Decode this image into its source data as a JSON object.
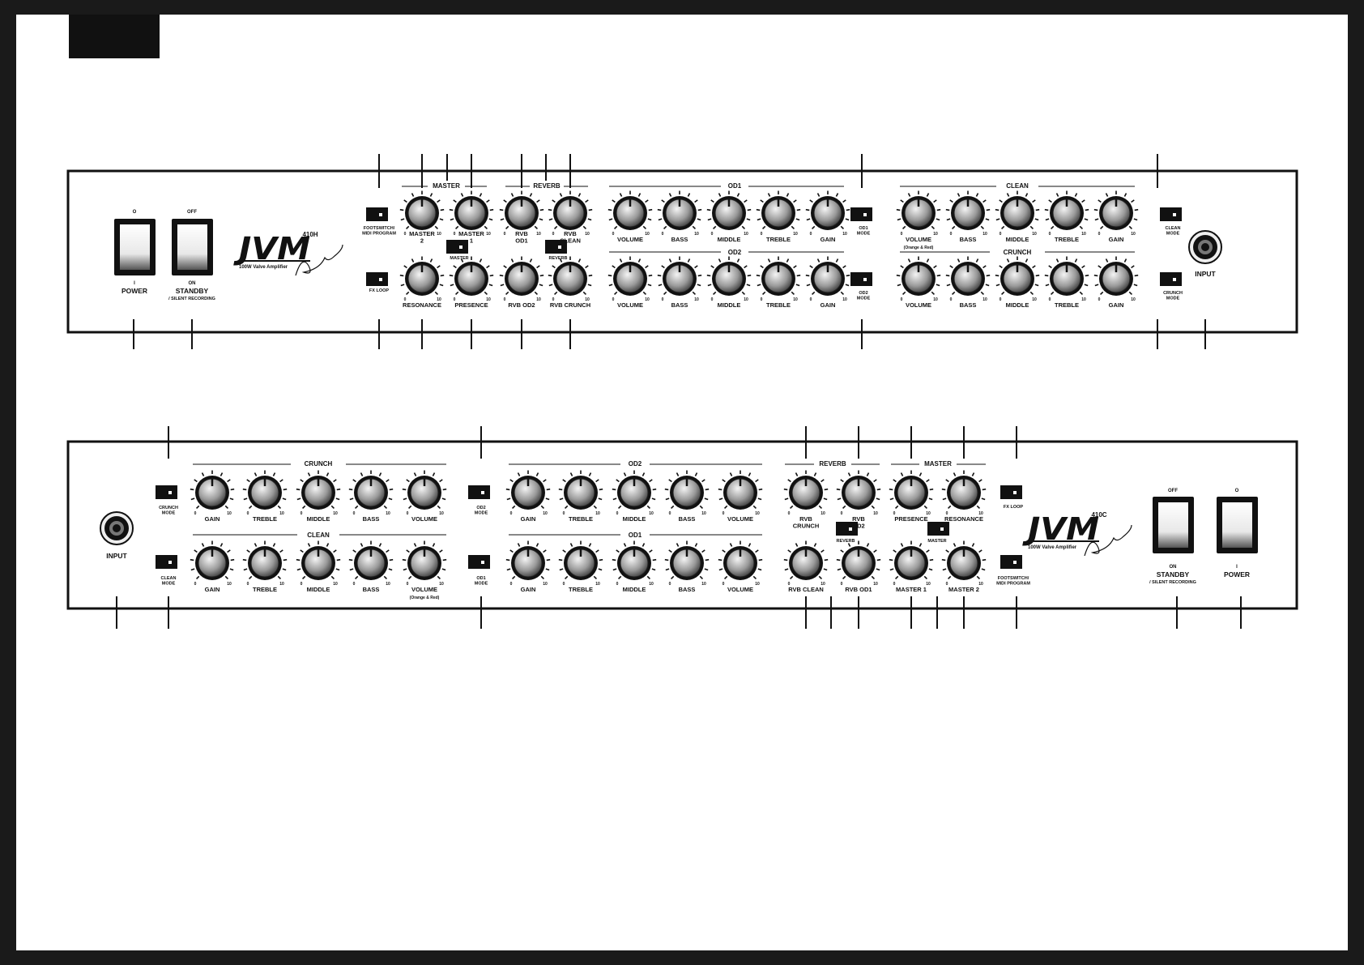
{
  "colors": {
    "ink": "#111111",
    "page": "#ffffff",
    "frame": "#1a1a1a"
  },
  "panel_410h": {
    "model": "410H",
    "brand": "JVM",
    "tagline": "100W Valve Amplifier",
    "power": {
      "label": "POWER",
      "off_mark": "O",
      "on_mark": "I"
    },
    "standby": {
      "label": "STANDBY",
      "sub": "/ SILENT RECORDING",
      "off_mark": "OFF",
      "on_mark": "ON"
    },
    "footswitch": "FOOTSWITCH/\nMIDI PROGRAM",
    "fx_loop": "FX LOOP",
    "section_master": "MASTER",
    "section_reverb": "REVERB",
    "section_od1": "OD1",
    "section_od2": "OD2",
    "section_clean": "CLEAN",
    "section_crunch": "CRUNCH",
    "master_switch": "MASTER",
    "reverb_switch": "REVERB",
    "master_knobs_top": [
      "MASTER\n2",
      "MASTER\n1"
    ],
    "reverb_knobs_top": [
      "RVB\nOD1",
      "RVB\nCLEAN"
    ],
    "master_knobs_bottom": [
      "RESONANCE",
      "PRESENCE"
    ],
    "reverb_knobs_bottom": [
      "RVB OD2",
      "RVB CRUNCH"
    ],
    "od1_knobs": [
      "VOLUME",
      "BASS",
      "MIDDLE",
      "TREBLE",
      "GAIN"
    ],
    "od2_knobs": [
      "VOLUME",
      "BASS",
      "MIDDLE",
      "TREBLE",
      "GAIN"
    ],
    "clean_knobs": [
      "VOLUME",
      "BASS",
      "MIDDLE",
      "TREBLE",
      "GAIN"
    ],
    "clean_volume_sub": "(Orange & Red)",
    "crunch_knobs": [
      "VOLUME",
      "BASS",
      "MIDDLE",
      "TREBLE",
      "GAIN"
    ],
    "od1_mode": "OD1\nMODE",
    "od2_mode": "OD2\nMODE",
    "clean_mode": "CLEAN\nMODE",
    "crunch_mode": "CRUNCH\nMODE",
    "input": "INPUT"
  },
  "panel_410c": {
    "model": "410C",
    "brand": "JVM",
    "tagline": "100W Valve Amplifier",
    "power": {
      "label": "POWER",
      "off_mark": "O",
      "on_mark": "I"
    },
    "standby": {
      "label": "STANDBY",
      "sub": "/ SILENT RECORDING",
      "off_mark": "OFF",
      "on_mark": "ON"
    },
    "input": "INPUT",
    "section_crunch": "CRUNCH",
    "section_clean": "CLEAN",
    "section_od2": "OD2",
    "section_od1": "OD1",
    "section_reverb": "REVERB",
    "section_master": "MASTER",
    "crunch_mode": "CRUNCH\nMODE",
    "clean_mode": "CLEAN\nMODE",
    "od2_mode": "OD2\nMODE",
    "od1_mode": "OD1\nMODE",
    "crunch_knobs": [
      "GAIN",
      "TREBLE",
      "MIDDLE",
      "BASS",
      "VOLUME"
    ],
    "clean_knobs": [
      "GAIN",
      "TREBLE",
      "MIDDLE",
      "BASS",
      "VOLUME"
    ],
    "clean_volume_sub": "(Orange & Red)",
    "od2_knobs": [
      "GAIN",
      "TREBLE",
      "MIDDLE",
      "BASS",
      "VOLUME"
    ],
    "od1_knobs": [
      "GAIN",
      "TREBLE",
      "MIDDLE",
      "BASS",
      "VOLUME"
    ],
    "reverb_knobs_top": [
      "RVB\nCRUNCH",
      "RVB\nOD2"
    ],
    "reverb_knobs_bottom": [
      "RVB CLEAN",
      "RVB OD1"
    ],
    "master_knobs_top": [
      "PRESENCE",
      "RESONANCE"
    ],
    "master_knobs_bottom": [
      "MASTER 1",
      "MASTER 2"
    ],
    "reverb_switch": "REVERB",
    "master_switch": "MASTER",
    "fx_loop": "FX LOOP",
    "footswitch": "FOOTSWITCH/\nMIDI PROGRAM"
  },
  "knob_scale": {
    "min": "0",
    "max": "10"
  }
}
